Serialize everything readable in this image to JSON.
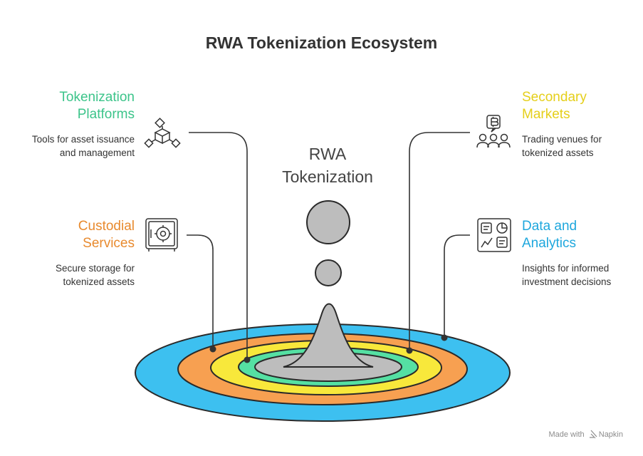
{
  "title": "RWA Tokenization Ecosystem",
  "center_label": [
    "RWA",
    "Tokenization"
  ],
  "colors": {
    "tokenization_platforms": "#3cc48a",
    "custodial_services": "#e88a2e",
    "secondary_markets": "#e5cf1a",
    "data_and_analytics": "#1ea7dd",
    "ring_blue": "#3dc0f0",
    "ring_orange": "#f7a051",
    "ring_yellow": "#f8e83b",
    "ring_green": "#55e0a3",
    "core_gray": "#bdbdbd",
    "line": "#333333"
  },
  "items": {
    "tokenization_platforms": {
      "heading": [
        "Tokenization",
        "Platforms"
      ],
      "desc": [
        "Tools for asset issuance",
        "and management"
      ],
      "icon": "blockchain-cube-icon"
    },
    "custodial_services": {
      "heading": [
        "Custodial",
        "Services"
      ],
      "desc": [
        "Secure storage for",
        "tokenized assets"
      ],
      "icon": "safe-vault-icon"
    },
    "secondary_markets": {
      "heading": [
        "Secondary",
        "Markets"
      ],
      "desc": [
        "Trading venues for",
        "tokenized assets"
      ],
      "icon": "bitcoin-traders-icon"
    },
    "data_and_analytics": {
      "heading": [
        "Data and",
        "Analytics"
      ],
      "desc": [
        "Insights for informed",
        "investment decisions"
      ],
      "icon": "analytics-dashboard-icon"
    }
  },
  "watermark": "Made with",
  "watermark_brand": "Napkin"
}
